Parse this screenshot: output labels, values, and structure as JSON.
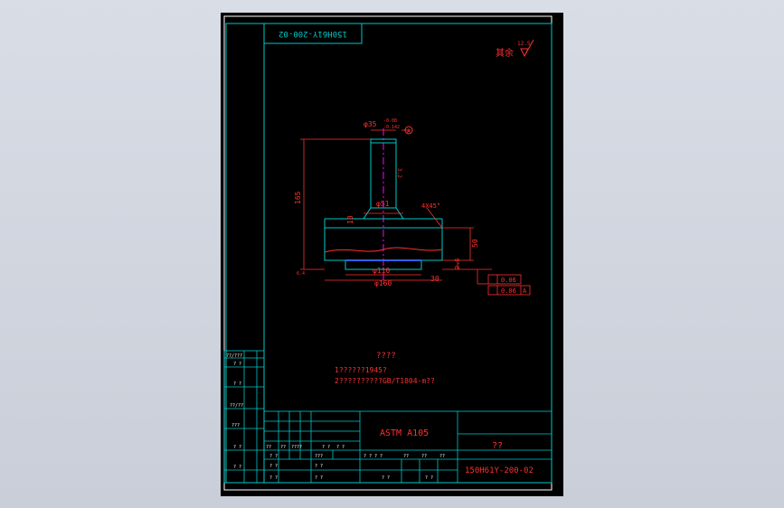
{
  "drawing": {
    "drawing_number_rotated": "150H61Y-200-02",
    "surface_finish_rest": "其余",
    "surface_finish_value": "12.5",
    "material": "ASTM A105",
    "part_name": "??",
    "drawing_number": "150H61Y-200-02",
    "datum": "A"
  },
  "dimensions": {
    "top_dia": "φ35",
    "top_dia_tol_upper": "-0.08",
    "top_dia_tol_lower": "-0.142",
    "neck_dia": "φ51",
    "inner_dia": "φ110",
    "outer_dia": "φ160",
    "height_total": "165",
    "height_body": "50",
    "shoulder": "10",
    "step": "2.5",
    "chamfer": "4X45°",
    "bottom_offset": "30",
    "roughness_top": "3.2",
    "roughness_bottom": "6.4"
  },
  "tolerances": {
    "flatness": "0.06",
    "perpendicular_value": "0.06",
    "perpendicular_datum": "A"
  },
  "notes": {
    "heading": "????",
    "line1": "1??????1945?",
    "line2": "2??????????GB/T1804-m??"
  },
  "title_block": {
    "left_label_1": "??/???",
    "left_label_2": "? ?",
    "left_label_3": "? ?",
    "left_label_4": "??/??",
    "left_label_5": "???",
    "left_label_6": "? ?",
    "left_label_7": "? ?",
    "row_a": [
      "??",
      "??",
      "????",
      "? ?",
      "? ?"
    ],
    "row_b": [
      "? ?",
      "???"
    ],
    "row_c": [
      "? ?",
      "? ?"
    ],
    "row_d": [
      "? ?",
      "? ?"
    ],
    "scale_row": [
      "? ? ? ?",
      "??",
      "??",
      "??"
    ],
    "bottom_row": [
      "? ?",
      "? ?"
    ]
  }
}
